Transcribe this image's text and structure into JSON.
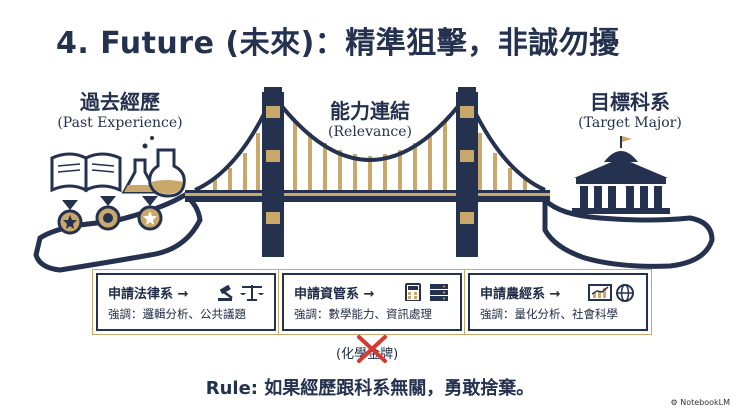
{
  "title": "4. Future (未來)：精準狙擊，非誠勿擾",
  "labels": {
    "past": {
      "main": "過去經歷",
      "sub": "(Past Experience)"
    },
    "relevance": {
      "main": "能力連結",
      "sub": "(Relevance)"
    },
    "target": {
      "main": "目標科系",
      "sub": "(Target Major)"
    }
  },
  "cards": [
    {
      "line1": "申請法律系 →",
      "line2": "強調：邏輯分析、公共議題",
      "icon": "gavel-scale-icon"
    },
    {
      "line1": "申請資管系 →",
      "line2": "強調：數學能力、資訊處理",
      "icon": "calculator-server-icon"
    },
    {
      "line1": "申請農經系 →",
      "line2": "強調：量化分析、社會科學",
      "icon": "chart-globe-icon"
    }
  ],
  "crossed_note": "(化學金牌)",
  "rule": "Rule: 如果經歷跟科系無關，勇敢捨棄。",
  "brand": "NotebookLM",
  "colors": {
    "navy": "#24314f",
    "gold": "#c9a86a",
    "red": "#d43a2f"
  }
}
